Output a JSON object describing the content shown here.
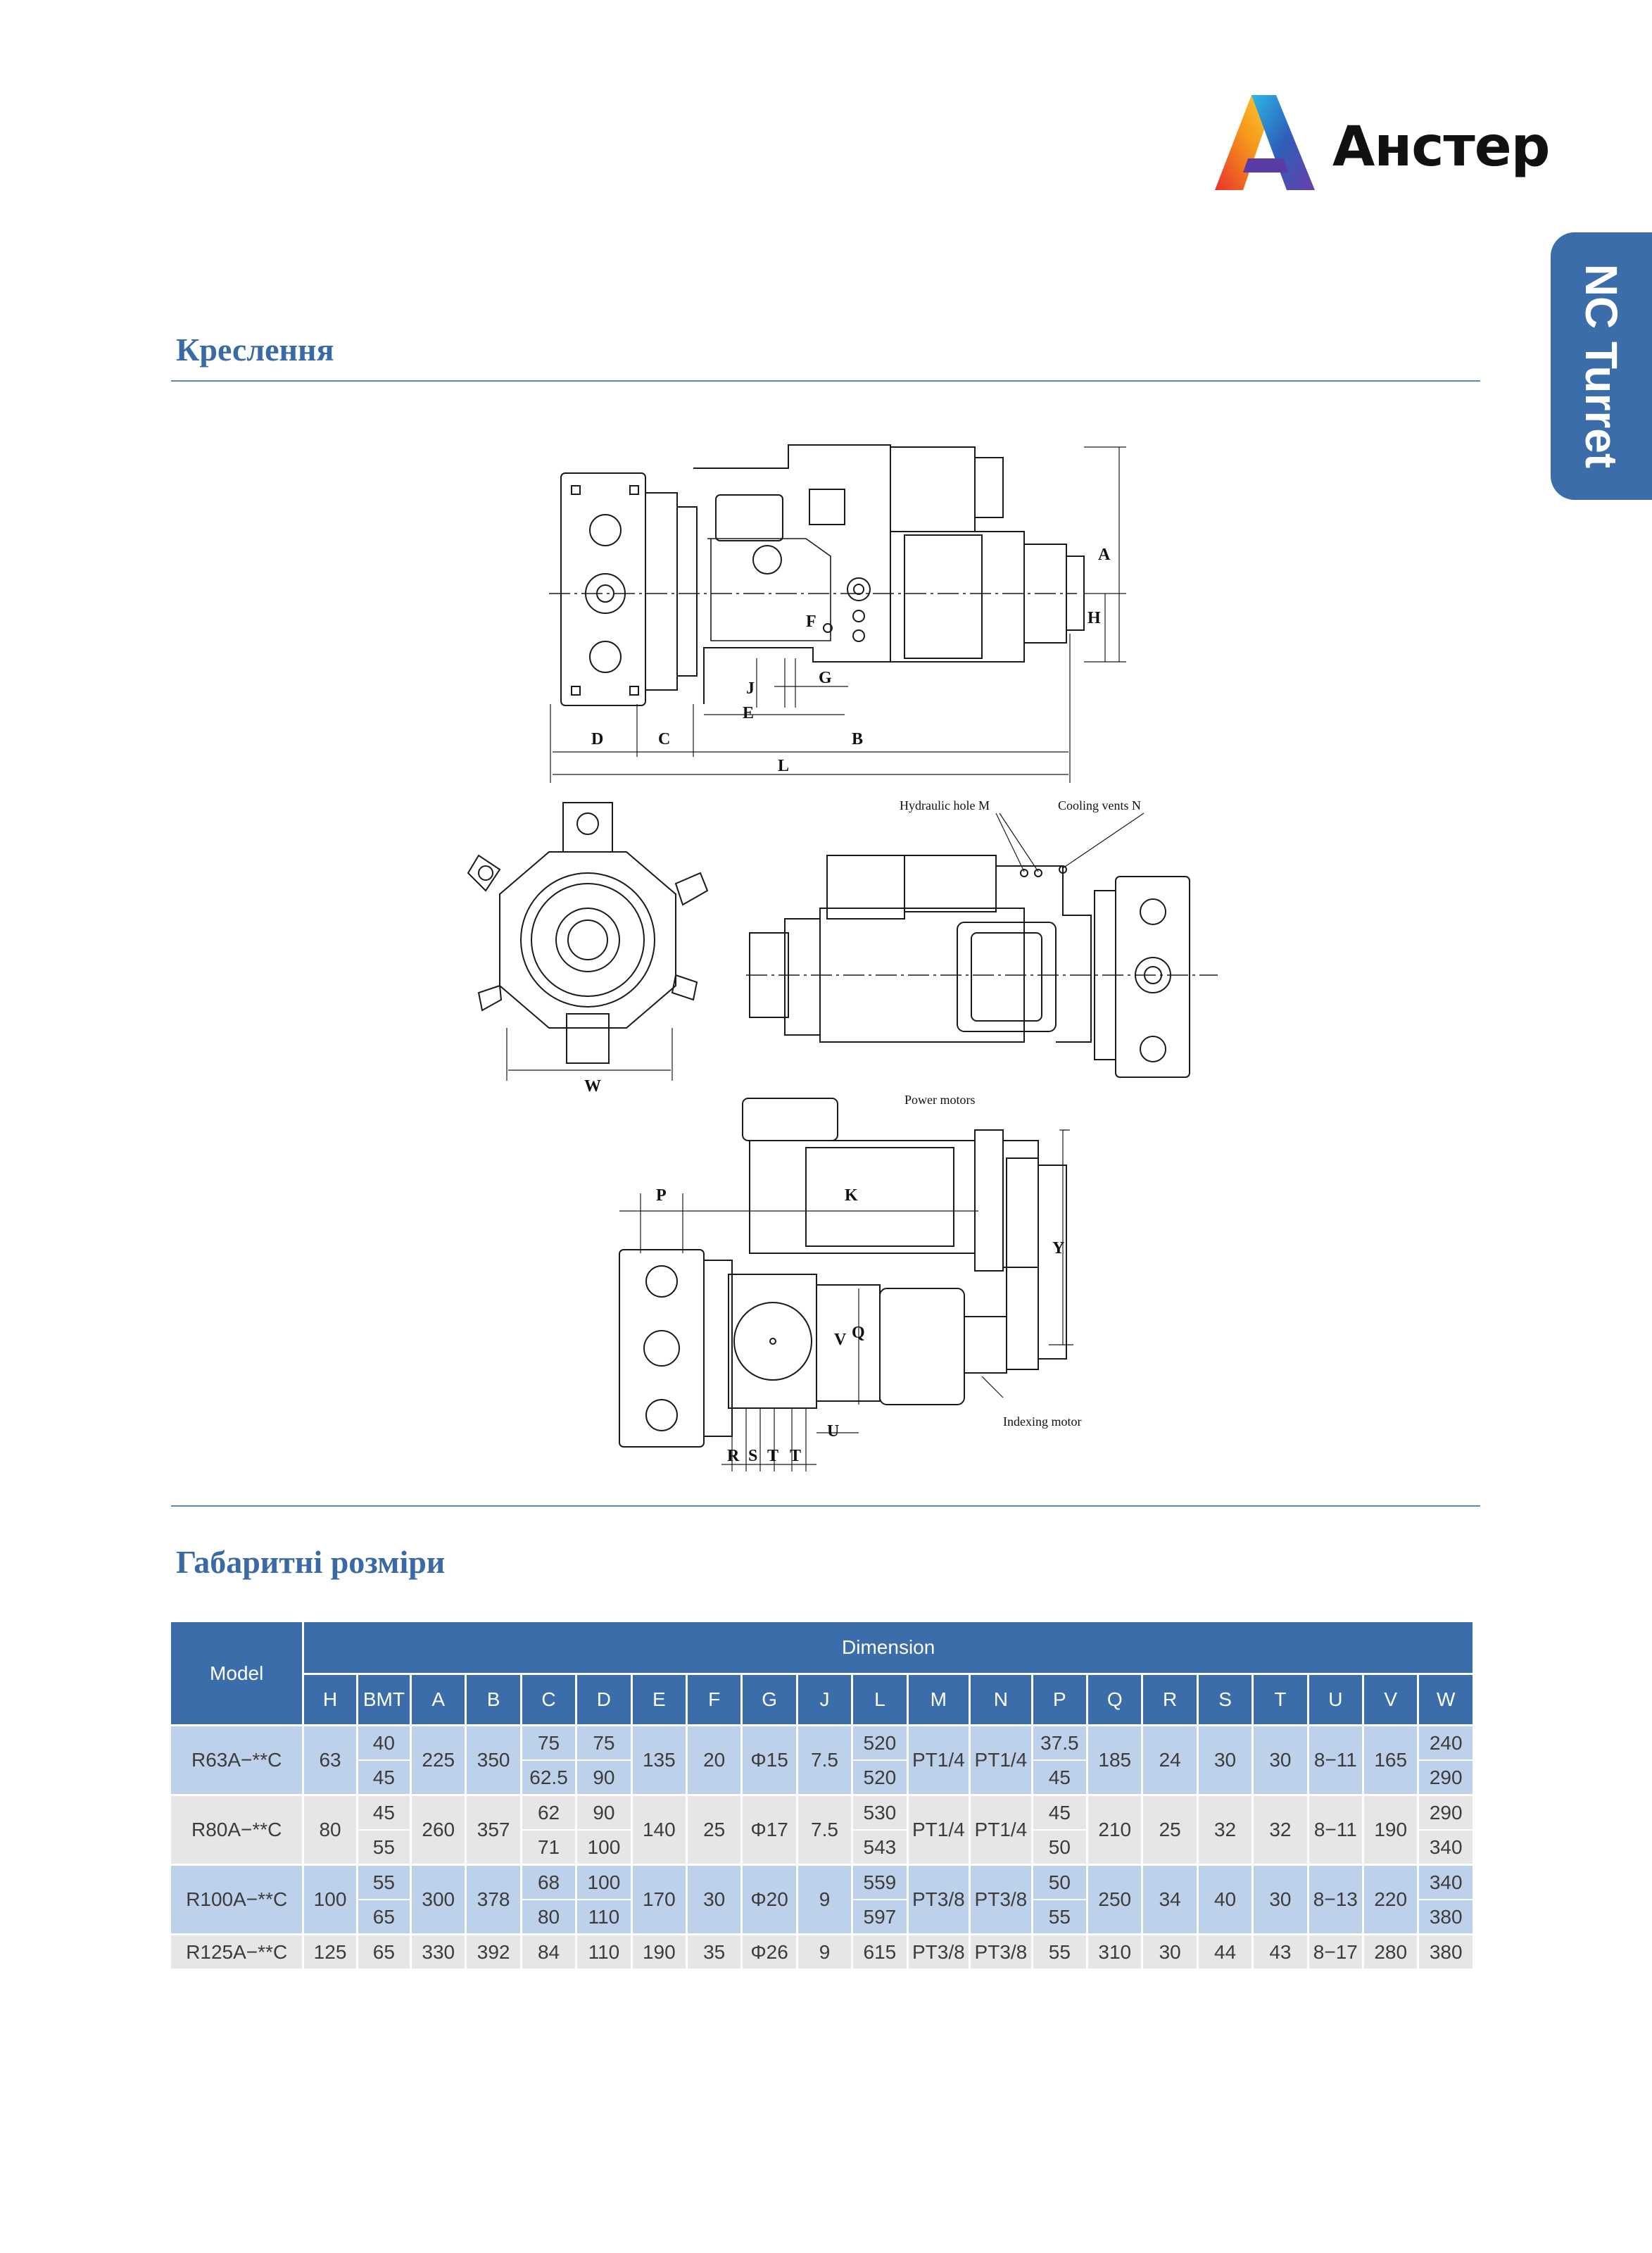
{
  "brand": {
    "name": "Анстер",
    "colors": {
      "blue": "#2e5fb8",
      "red": "#e8332a",
      "orange": "#f59a1b",
      "purple": "#6a3ea8"
    }
  },
  "side_tab": {
    "label": "NC Turret",
    "color": "#3a6da9"
  },
  "sections": {
    "drawing_title": "Креслення",
    "dimensions_title": "Габаритні розміри"
  },
  "drawing": {
    "labels": {
      "hydraulic_hole": "Hydraulic hole M",
      "cooling_vents": "Cooling vents N",
      "power_motors": "Power motors",
      "indexing_motor": "Indexing motor"
    },
    "dims": {
      "A": "A",
      "H": "H",
      "B": "B",
      "C": "C",
      "D": "D",
      "E": "E",
      "F": "F",
      "G": "G",
      "J": "J",
      "L": "L",
      "W": "W",
      "P": "P",
      "K": "K",
      "Y": "Y",
      "Q": "Q",
      "V": "V",
      "U": "U",
      "R": "R",
      "S": "S",
      "T": "T"
    }
  },
  "table": {
    "model_header": "Model",
    "group_header": "Dimension",
    "columns": [
      "H",
      "BMT",
      "A",
      "B",
      "C",
      "D",
      "E",
      "F",
      "G",
      "J",
      "L",
      "M",
      "N",
      "P",
      "Q",
      "R",
      "S",
      "T",
      "U",
      "V",
      "W"
    ],
    "rows": [
      {
        "model": "R63A−**C",
        "H": "63",
        "BMT": [
          "40",
          "45"
        ],
        "A": "225",
        "B": "350",
        "C": [
          "75",
          "62.5"
        ],
        "D": [
          "75",
          "90"
        ],
        "E": "135",
        "F": "20",
        "G": "Φ15",
        "J": "7.5",
        "L": [
          "520",
          "520"
        ],
        "M": "PT1/4",
        "N": "PT1/4",
        "P": [
          "37.5",
          "45"
        ],
        "Q": "185",
        "R": "24",
        "S": "30",
        "T": "30",
        "U": "8−11",
        "V": "165",
        "W": [
          "240",
          "290"
        ]
      },
      {
        "model": "R80A−**C",
        "H": "80",
        "BMT": [
          "45",
          "55"
        ],
        "A": "260",
        "B": "357",
        "C": [
          "62",
          "71"
        ],
        "D": [
          "90",
          "100"
        ],
        "E": "140",
        "F": "25",
        "G": "Φ17",
        "J": "7.5",
        "L": [
          "530",
          "543"
        ],
        "M": "PT1/4",
        "N": "PT1/4",
        "P": [
          "45",
          "50"
        ],
        "Q": "210",
        "R": "25",
        "S": "32",
        "T": "32",
        "U": "8−11",
        "V": "190",
        "W": [
          "290",
          "340"
        ]
      },
      {
        "model": "R100A−**C",
        "H": "100",
        "BMT": [
          "55",
          "65"
        ],
        "A": "300",
        "B": "378",
        "C": [
          "68",
          "80"
        ],
        "D": [
          "100",
          "110"
        ],
        "E": "170",
        "F": "30",
        "G": "Φ20",
        "J": "9",
        "L": [
          "559",
          "597"
        ],
        "M": "PT3/8",
        "N": "PT3/8",
        "P": [
          "50",
          "55"
        ],
        "Q": "250",
        "R": "34",
        "S": "40",
        "T": "30",
        "U": "8−13",
        "V": "220",
        "W": [
          "340",
          "380"
        ]
      },
      {
        "model": "R125A−**C",
        "H": "125",
        "BMT": [
          "65"
        ],
        "A": "330",
        "B": "392",
        "C": [
          "84"
        ],
        "D": [
          "110"
        ],
        "E": "190",
        "F": "35",
        "G": "Φ26",
        "J": "9",
        "L": [
          "615"
        ],
        "M": "PT3/8",
        "N": "PT3/8",
        "P": [
          "55"
        ],
        "Q": "310",
        "R": "30",
        "S": "44",
        "T": "43",
        "U": "8−17",
        "V": "280",
        "W": [
          "380"
        ]
      }
    ]
  }
}
